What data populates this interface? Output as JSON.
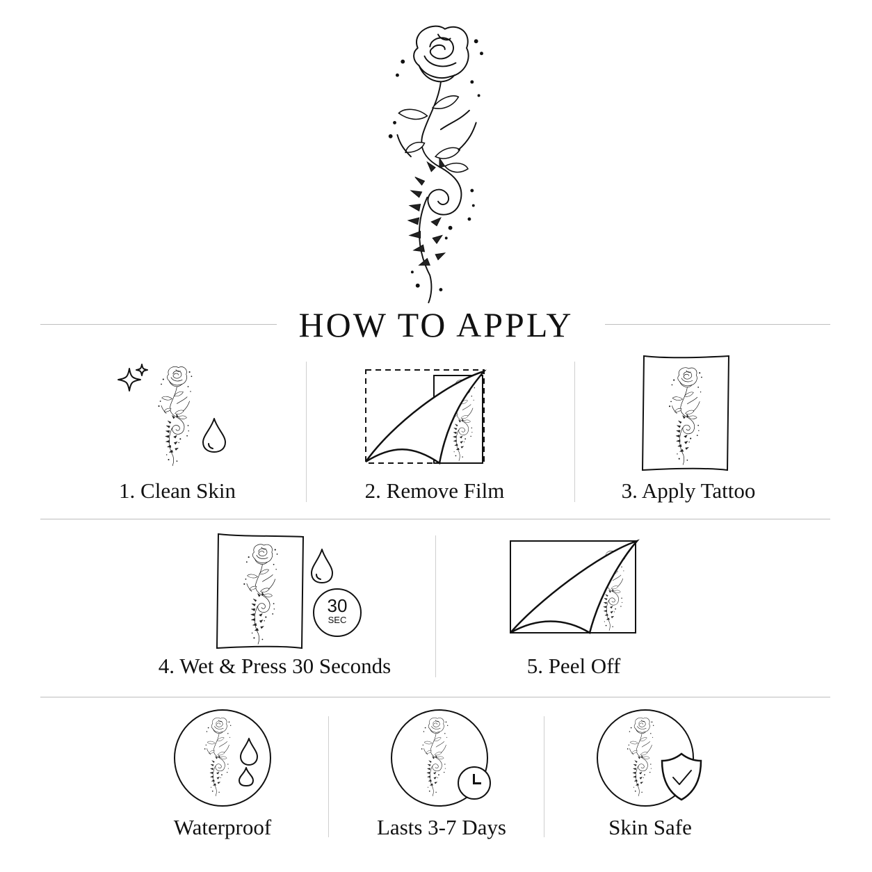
{
  "header": {
    "title": "HOW TO APPLY"
  },
  "steps": [
    {
      "label": "1. Clean Skin"
    },
    {
      "label": "2. Remove Film"
    },
    {
      "label": "3. Apply Tattoo"
    },
    {
      "label": "4. Wet & Press 30 Seconds"
    },
    {
      "label": "5. Peel Off"
    }
  ],
  "timer_badge": {
    "value": "30",
    "unit": "SEC"
  },
  "features": [
    {
      "label": "Waterproof"
    },
    {
      "label": "Lasts 3-7 Days"
    },
    {
      "label": "Skin Safe"
    }
  ],
  "colors": {
    "ink": "#111111",
    "rule": "#bdbdbd",
    "background": "#ffffff"
  }
}
